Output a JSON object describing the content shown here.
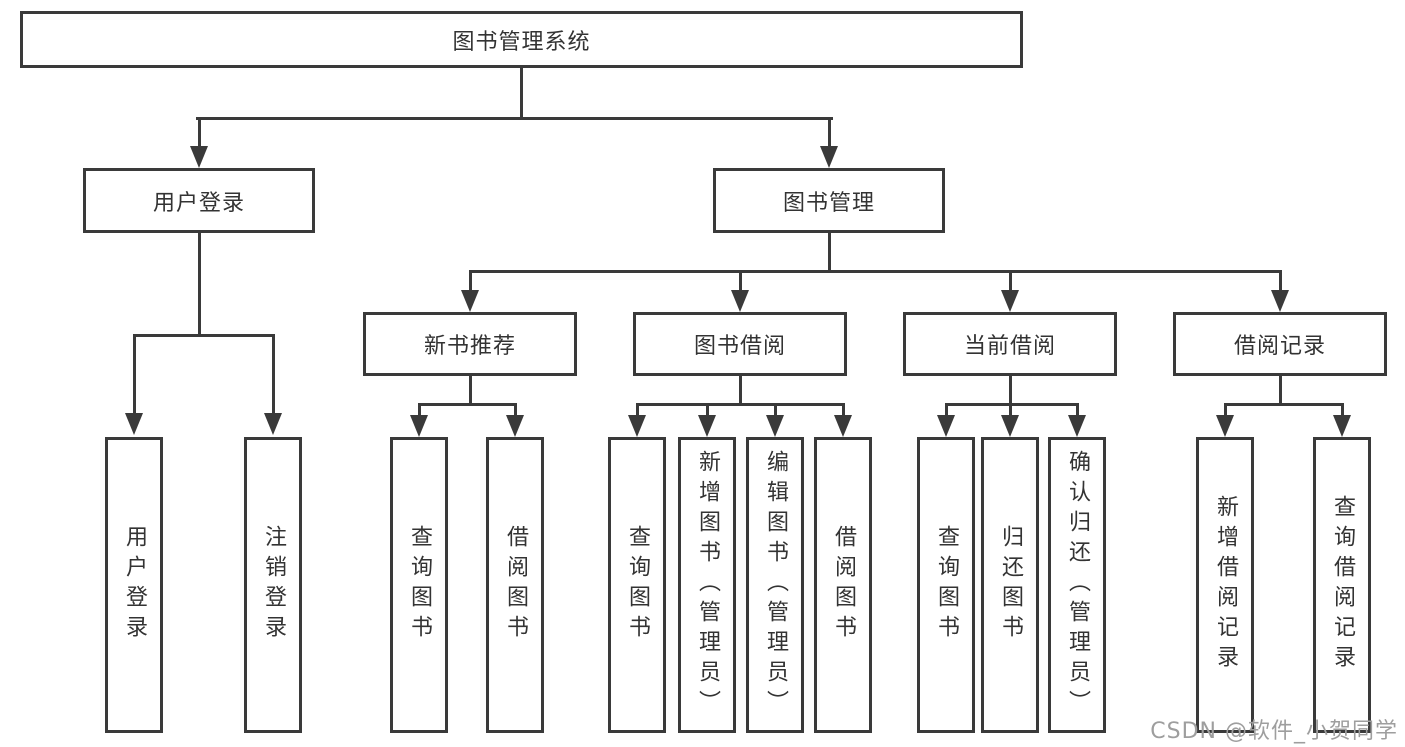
{
  "colors": {
    "line": "#3a3a3a",
    "text": "#333333",
    "background": "#ffffff",
    "watermark": "#9e9e9e"
  },
  "nodes": {
    "root": "图书管理系统",
    "user_login": "用户登录",
    "book_management": "图书管理",
    "new_book_recommend": "新书推荐",
    "book_borrow": "图书借阅",
    "current_borrow": "当前借阅",
    "borrow_records": "借阅记录"
  },
  "leaves": {
    "user": [
      "用户登录",
      "注销登录"
    ],
    "recommend": [
      "查询图书",
      "借阅图书"
    ],
    "borrow": [
      "查询图书",
      "新增图书（管理员）",
      "编辑图书（管理员）",
      "借阅图书"
    ],
    "current": [
      "查询图书",
      "归还图书",
      "确认归还（管理员）"
    ],
    "records": [
      "新增借阅记录",
      "查询借阅记录"
    ]
  },
  "watermark": "CSDN @软件_小贺同学"
}
